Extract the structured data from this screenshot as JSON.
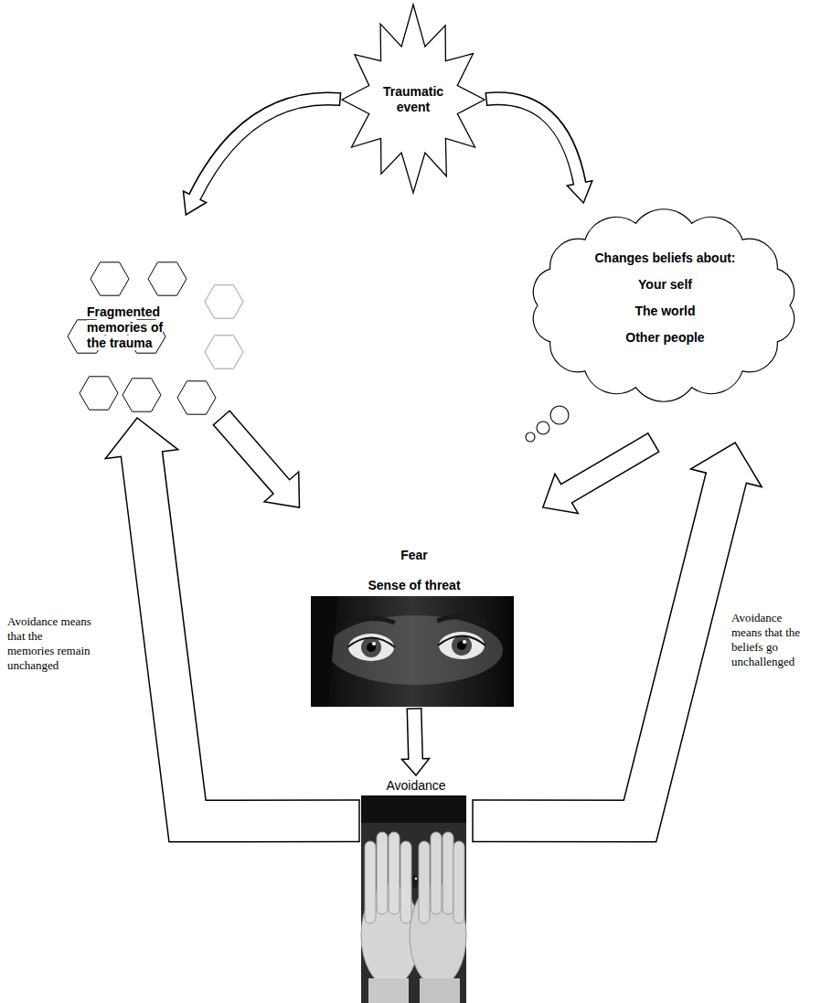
{
  "diagram": {
    "nodes": [
      {
        "text": [
          "Traumatic event"
        ]
      },
      {
        "text": [
          "Fragmented memories of the trauma"
        ]
      },
      {
        "text": [
          "Changes beliefs about:",
          "Your self",
          "The world",
          "Other people"
        ]
      },
      {
        "text": [
          "Fear",
          "Sense of threat"
        ]
      },
      {
        "text": [
          "Avoidance"
        ]
      }
    ],
    "edges": [
      {
        "from": 0,
        "to": 1,
        "arrow": "to"
      },
      {
        "from": 0,
        "to": 2,
        "arrow": "to"
      },
      {
        "from": 1,
        "to": 3,
        "arrow": "to"
      },
      {
        "from": 2,
        "to": 3,
        "arrow": "to"
      },
      {
        "from": 3,
        "to": 4,
        "arrow": "to"
      },
      {
        "from": 4,
        "to": 1,
        "arrow": "to",
        "label": "Avoidance means that the memories remain unchanged"
      },
      {
        "from": 4,
        "to": 2,
        "arrow": "to",
        "label": "Avoidance means that the beliefs go unchallenged"
      }
    ]
  }
}
